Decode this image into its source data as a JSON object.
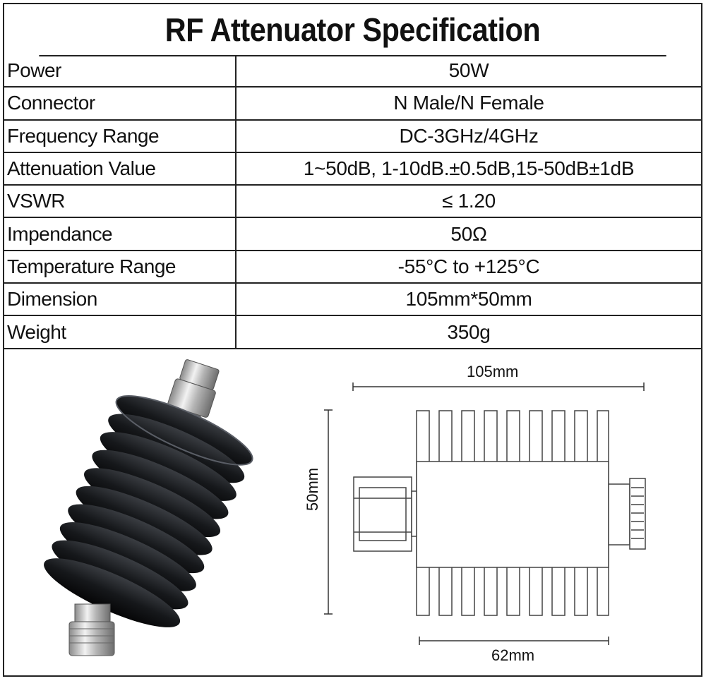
{
  "title": "RF Attenuator Specification",
  "specs": [
    {
      "label": "Power",
      "value": "50W"
    },
    {
      "label": "Connector",
      "value": "N Male/N Female"
    },
    {
      "label": "Frequency Range",
      "value": "DC-3GHz/4GHz"
    },
    {
      "label": "Attenuation Value",
      "value": "1~50dB, 1-10dB.±0.5dB,15-50dB±1dB"
    },
    {
      "label": "VSWR",
      "value": "≤ 1.20"
    },
    {
      "label": "Impendance",
      "value": "50Ω"
    },
    {
      "label": "Temperature Range",
      "value": "-55°C to +125°C"
    },
    {
      "label": "Dimension",
      "value": "105mm*50mm"
    },
    {
      "label": "Weight",
      "value": "350g"
    }
  ],
  "drawing": {
    "length_label": "105mm",
    "height_label": "50mm",
    "body_label": "62mm"
  }
}
